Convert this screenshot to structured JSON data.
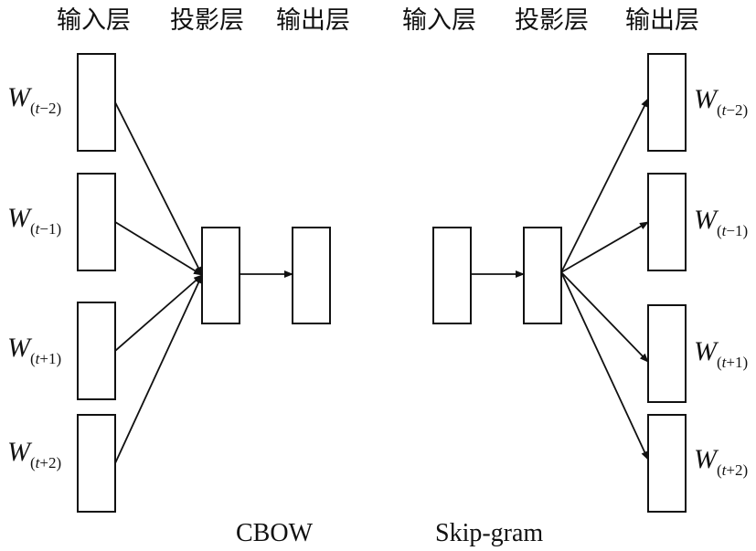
{
  "headers": {
    "cbow_input": "输入层",
    "cbow_projection": "投影层",
    "cbow_output": "输出层",
    "skip_input": "输入层",
    "skip_projection": "投影层",
    "skip_output": "输出层"
  },
  "captions": {
    "cbow": "CBOW",
    "skipgram": "Skip-gram"
  },
  "word_symbol": "W",
  "context_words": [
    {
      "index": "t",
      "op": "−",
      "offset": "2"
    },
    {
      "index": "t",
      "op": "−",
      "offset": "1"
    },
    {
      "index": "t",
      "op": "+",
      "offset": "1"
    },
    {
      "index": "t",
      "op": "+",
      "offset": "2"
    }
  ]
}
